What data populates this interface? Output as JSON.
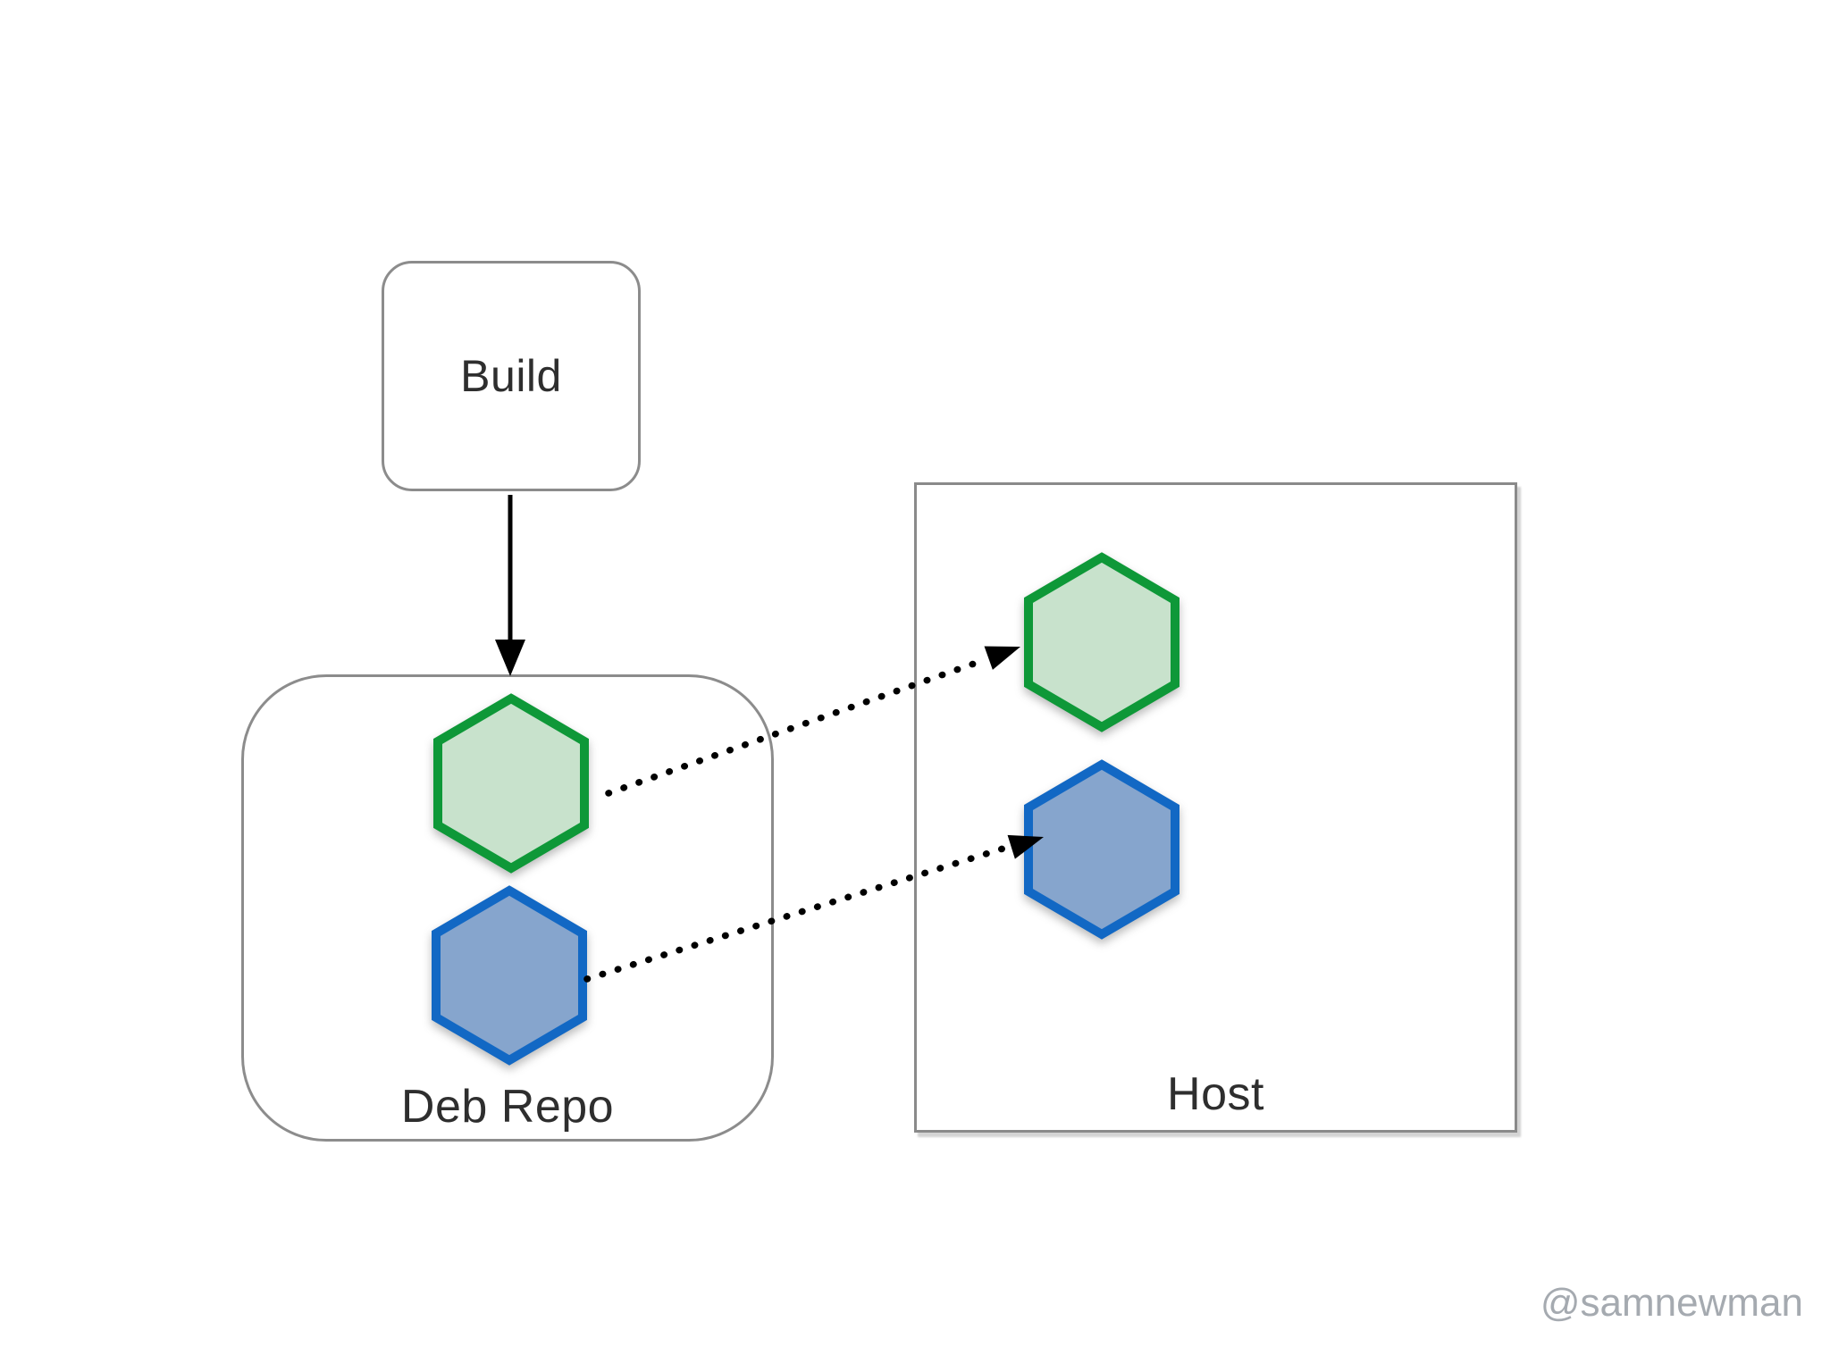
{
  "nodes": {
    "build": {
      "label": "Build"
    },
    "deb_repo": {
      "label": "Deb Repo"
    },
    "host": {
      "label": "Host"
    }
  },
  "packages": {
    "green": {
      "name": "green-package-hexagon",
      "fill": "#C8E2CC",
      "stroke": "#0E9838"
    },
    "blue": {
      "name": "blue-package-hexagon",
      "fill": "#86A5CD",
      "stroke": "#1268C4"
    }
  },
  "arrows": {
    "build_to_repo": {
      "from": "Build",
      "to": "Deb Repo",
      "style": "solid"
    },
    "green_deploy": {
      "from": "Deb Repo",
      "to": "Host",
      "style": "dotted"
    },
    "blue_deploy": {
      "from": "Deb Repo",
      "to": "Host",
      "style": "dotted"
    }
  },
  "colors": {
    "background": "#FFFFFF",
    "box_border": "#8C8C8C",
    "text": "#2E2E2E",
    "arrow": "#000000",
    "green_stroke": "#0E9838",
    "green_fill": "#C8E2CC",
    "blue_stroke": "#1268C4",
    "blue_fill": "#86A5CD",
    "watermark": "#A5AAB0"
  },
  "watermark": {
    "label": "@samnewman"
  }
}
